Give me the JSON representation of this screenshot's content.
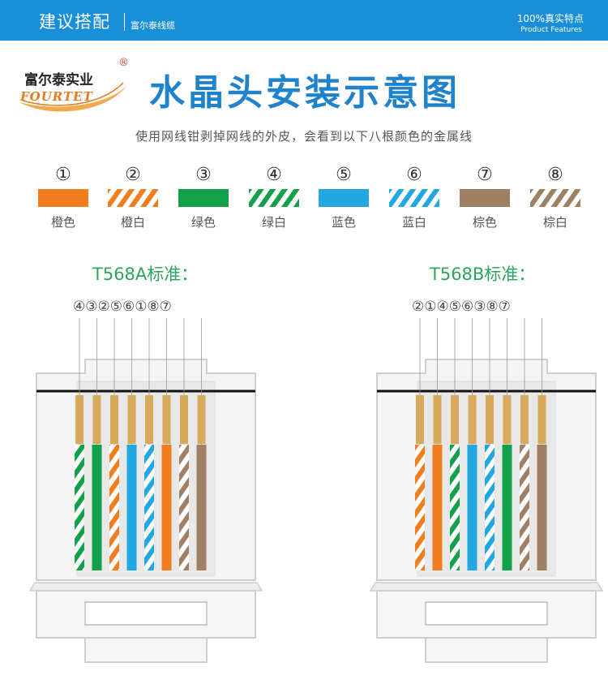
{
  "header": {
    "title": "建议搭配",
    "subtitle": "富尔泰线缆",
    "right_cn": "100%真实特点",
    "right_en": "Product Features"
  },
  "logo": {
    "cn": "富尔泰实业",
    "en": "FOURTET",
    "mark": "®"
  },
  "main_title": "水晶头安装示意图",
  "sub_title": "使用网线钳剥掉网线的外皮，会看到以下八根颜色的金属线",
  "colors": {
    "orange": "#f07e1e",
    "green": "#13a04a",
    "blue": "#22a7e0",
    "brown": "#a08064",
    "copper": "#d6a95c",
    "accent": "#1a8fd9"
  },
  "wires": [
    {
      "num": "①",
      "label": "橙色",
      "color": "orange",
      "striped": false
    },
    {
      "num": "②",
      "label": "橙白",
      "color": "orange",
      "striped": true
    },
    {
      "num": "③",
      "label": "绿色",
      "color": "green",
      "striped": false
    },
    {
      "num": "④",
      "label": "绿白",
      "color": "green",
      "striped": true
    },
    {
      "num": "⑤",
      "label": "蓝色",
      "color": "blue",
      "striped": false
    },
    {
      "num": "⑥",
      "label": "蓝白",
      "color": "blue",
      "striped": true
    },
    {
      "num": "⑦",
      "label": "棕色",
      "color": "brown",
      "striped": false
    },
    {
      "num": "⑧",
      "label": "棕白",
      "color": "brown",
      "striped": true
    }
  ],
  "standards": [
    {
      "title": "T568A标准：",
      "sequence": "④③②⑤⑥①⑧⑦",
      "order": [
        4,
        3,
        2,
        5,
        6,
        1,
        8,
        7
      ]
    },
    {
      "title": "T568B标准：",
      "sequence": "②①④⑤⑥③⑧⑦",
      "order": [
        2,
        1,
        4,
        5,
        6,
        3,
        8,
        7
      ]
    }
  ]
}
